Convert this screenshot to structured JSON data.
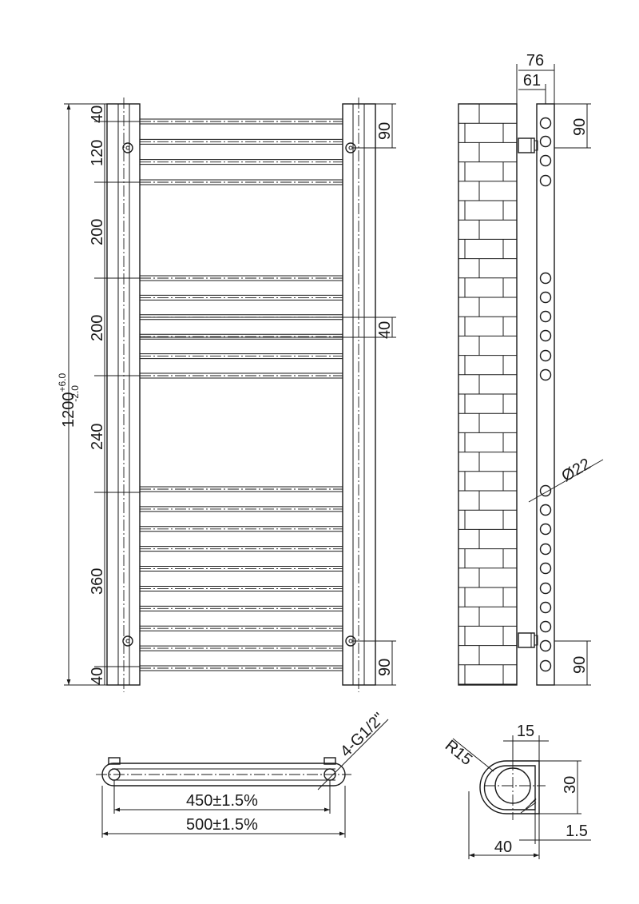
{
  "front_view": {
    "dim_total_height": "1200",
    "dim_total_tol_plus": "+6.0",
    "dim_total_tol_minus": "-2.0",
    "dim_top_offset": "40",
    "dim_seg_1": "120",
    "dim_seg_2": "200",
    "dim_seg_3": "200",
    "dim_seg_4": "240",
    "dim_seg_5": "360",
    "dim_bottom_offset": "40",
    "dim_top_bracket": "90",
    "dim_bottom_bracket": "90",
    "dim_bar_pitch": "40"
  },
  "side_view": {
    "dim_total_depth": "76",
    "dim_wall_offset": "61",
    "dim_top_bracket": "90",
    "dim_bottom_bracket": "90",
    "dim_tube_diameter": "Ø22"
  },
  "top_view": {
    "dim_connection": "4-G1/2\"",
    "dim_centers": "450±1.5%",
    "dim_total_width": "500±1.5%"
  },
  "section_view": {
    "dim_radius": "R15",
    "dim_width_top": "15",
    "dim_height": "30",
    "dim_width_bottom": "40",
    "dim_wall": "1.5"
  }
}
